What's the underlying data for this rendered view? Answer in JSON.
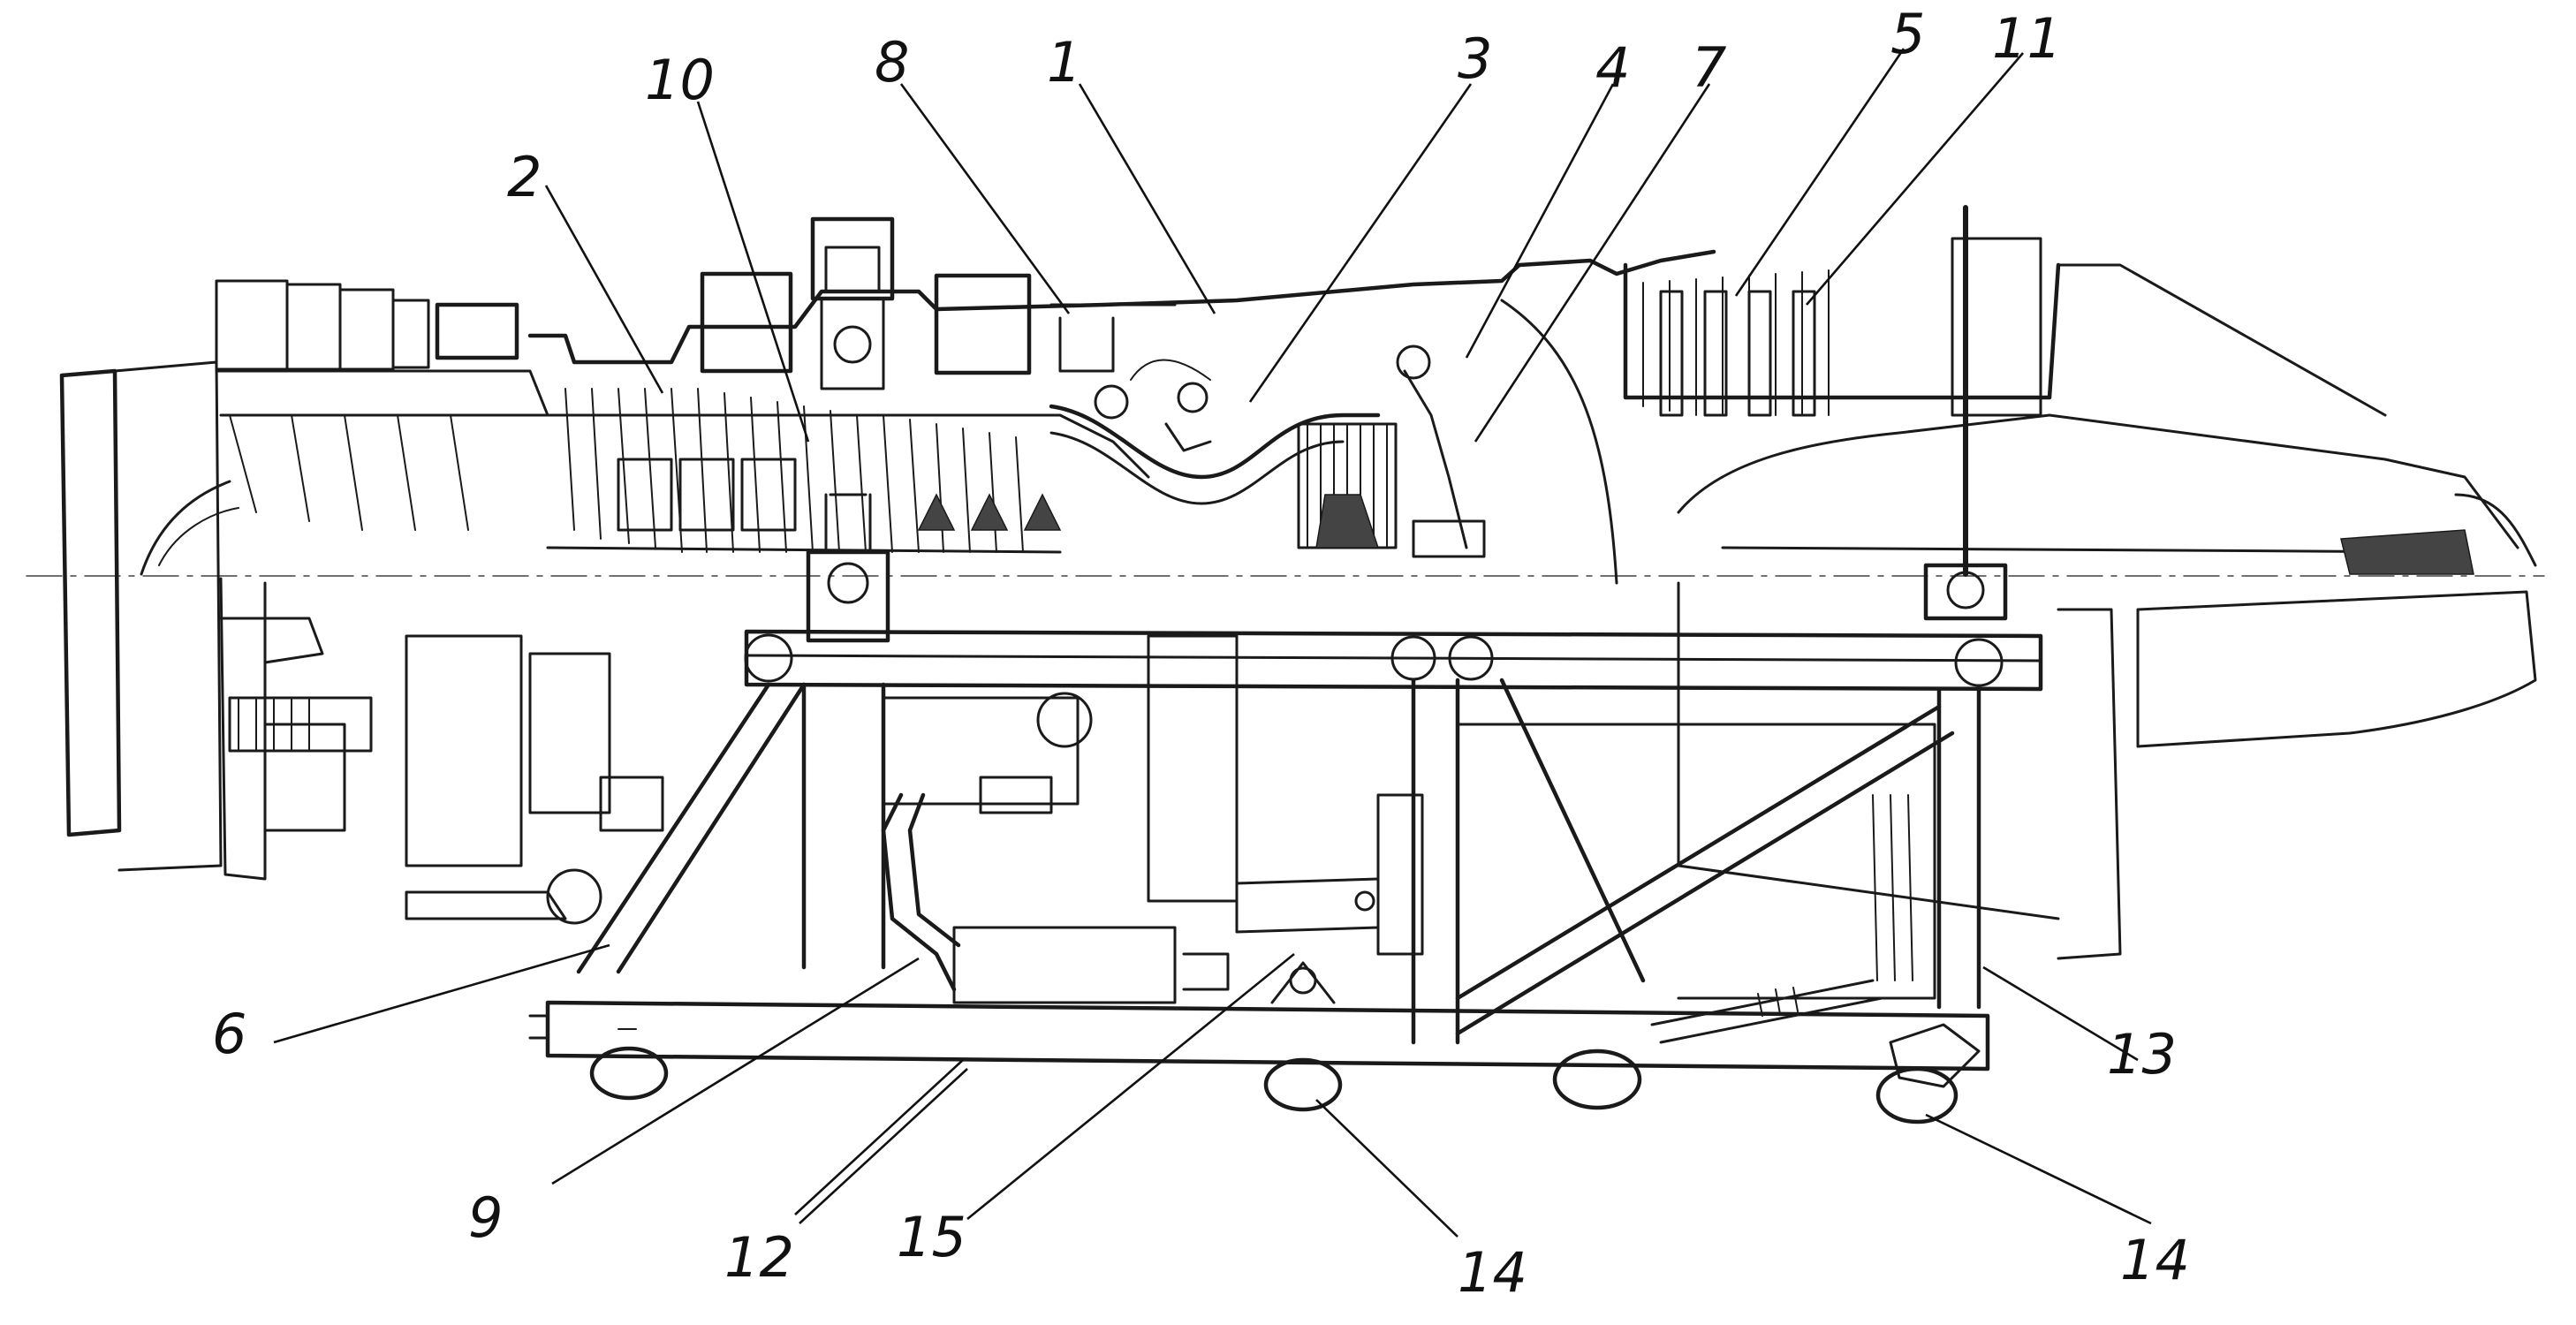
{
  "callouts": [
    {
      "id": "c1",
      "label": "1"
    },
    {
      "id": "c2",
      "label": "2"
    },
    {
      "id": "c3",
      "label": "3"
    },
    {
      "id": "c4",
      "label": "4"
    },
    {
      "id": "c5",
      "label": "5"
    },
    {
      "id": "c6",
      "label": "6"
    },
    {
      "id": "c7",
      "label": "7"
    },
    {
      "id": "c8",
      "label": "8"
    },
    {
      "id": "c9",
      "label": "9"
    },
    {
      "id": "c10",
      "label": "10"
    },
    {
      "id": "c11",
      "label": "11"
    },
    {
      "id": "c12",
      "label": "12"
    },
    {
      "id": "c13",
      "label": "13"
    },
    {
      "id": "c14a",
      "label": "14"
    },
    {
      "id": "c14b",
      "label": "14"
    },
    {
      "id": "c15",
      "label": "15"
    }
  ],
  "colors": {
    "ink": "#1a1a1a",
    "background": "#ffffff"
  }
}
